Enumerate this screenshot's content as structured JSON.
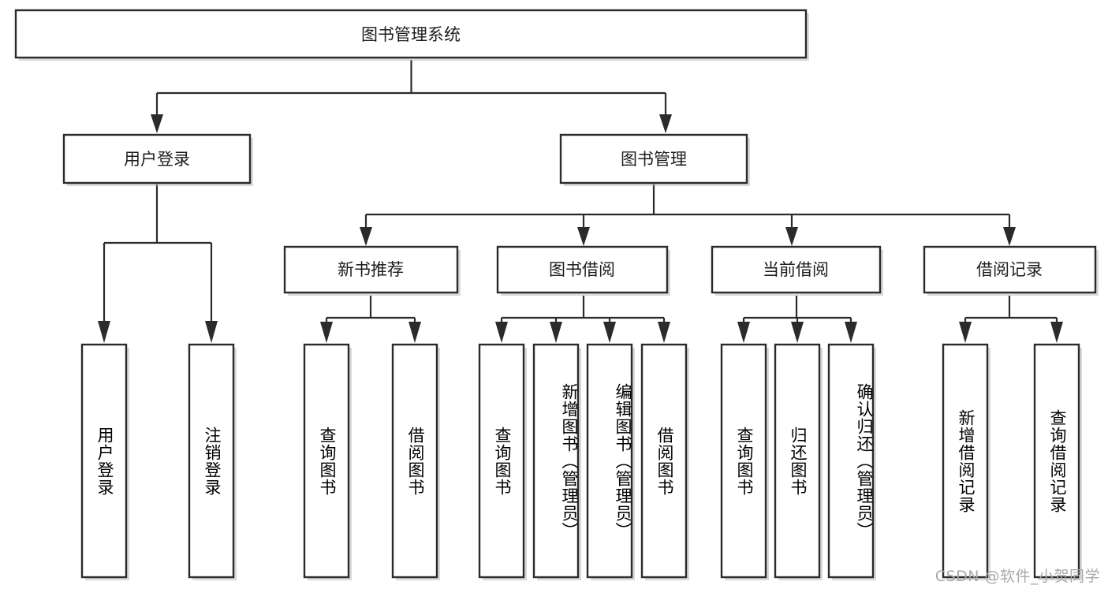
{
  "diagram": {
    "type": "tree",
    "title": "图书管理系统",
    "orientation": "top-down",
    "colors": {
      "stroke": "#2b2b2b",
      "fill": "#ffffff",
      "shadow": "#b9b9b9",
      "text": "#1d1d1d",
      "watermark": "#a9a9a9"
    },
    "root": {
      "label": "图书管理系统",
      "children": [
        {
          "label": "用户登录",
          "children": [
            {
              "label": "用户登录",
              "children": []
            },
            {
              "label": "注销登录",
              "children": []
            }
          ]
        },
        {
          "label": "图书管理",
          "children": [
            {
              "label": "新书推荐",
              "children": [
                {
                  "label": "查询图书",
                  "children": []
                },
                {
                  "label": "借阅图书",
                  "children": []
                }
              ]
            },
            {
              "label": "图书借阅",
              "children": [
                {
                  "label": "查询图书",
                  "children": []
                },
                {
                  "label": "新增图书（管理员）",
                  "children": []
                },
                {
                  "label": "编辑图书（管理员）",
                  "children": []
                },
                {
                  "label": "借阅图书",
                  "children": []
                }
              ]
            },
            {
              "label": "当前借阅",
              "children": [
                {
                  "label": "查询图书",
                  "children": []
                },
                {
                  "label": "归还图书",
                  "children": []
                },
                {
                  "label": "确认归还（管理员）",
                  "children": []
                }
              ]
            },
            {
              "label": "借阅记录",
              "children": [
                {
                  "label": "新增借阅记录",
                  "children": []
                },
                {
                  "label": "查询借阅记录",
                  "children": []
                }
              ]
            }
          ]
        }
      ]
    }
  },
  "nodes": {
    "root": {
      "label": "图书管理系统"
    },
    "l1": [
      {
        "label": "用户登录"
      },
      {
        "label": "图书管理"
      }
    ],
    "l2": [
      {
        "label": "新书推荐"
      },
      {
        "label": "图书借阅"
      },
      {
        "label": "当前借阅"
      },
      {
        "label": "借阅记录"
      }
    ],
    "leaves": [
      {
        "label": "用户登录"
      },
      {
        "label": "注销登录"
      },
      {
        "label": "查询图书"
      },
      {
        "label": "借阅图书"
      },
      {
        "label": "查询图书"
      },
      {
        "label": "新增图书（管理员）"
      },
      {
        "label": "编辑图书（管理员）"
      },
      {
        "label": "借阅图书"
      },
      {
        "label": "查询图书"
      },
      {
        "label": "归还图书"
      },
      {
        "label": "确认归还（管理员）"
      },
      {
        "label": "新增借阅记录"
      },
      {
        "label": "查询借阅记录"
      }
    ]
  },
  "watermark": {
    "text": "CSDN @软件_小贺同学"
  }
}
